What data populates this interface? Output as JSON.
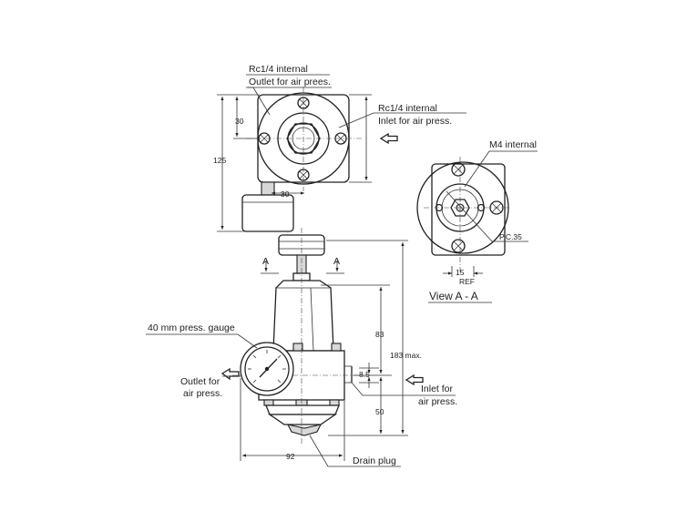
{
  "labels": {
    "outlet_thread": "Rc1/4 internal",
    "outlet_desc": "Outlet for air prees.",
    "inlet_thread": "Rc1/4 internal",
    "inlet_desc": "Inlet for air press.",
    "m4": "M4 internal",
    "pc": "P.C.35",
    "ref": "REF",
    "view": "View A - A",
    "gauge": "40 mm press. gauge",
    "outlet_line1": "Outlet for",
    "outlet_line2": "air press.",
    "inlet_line1": "Inlet for",
    "inlet_line2": "air press.",
    "drain": "Drain plug",
    "section_a": "A"
  },
  "dimensions": {
    "d30_vert": "30",
    "d125": "125",
    "d30_horiz": "30",
    "d15": "15",
    "d83": "83",
    "d183": "183 max.",
    "d8_5": "8.5",
    "d50": "50",
    "d92": "92"
  }
}
